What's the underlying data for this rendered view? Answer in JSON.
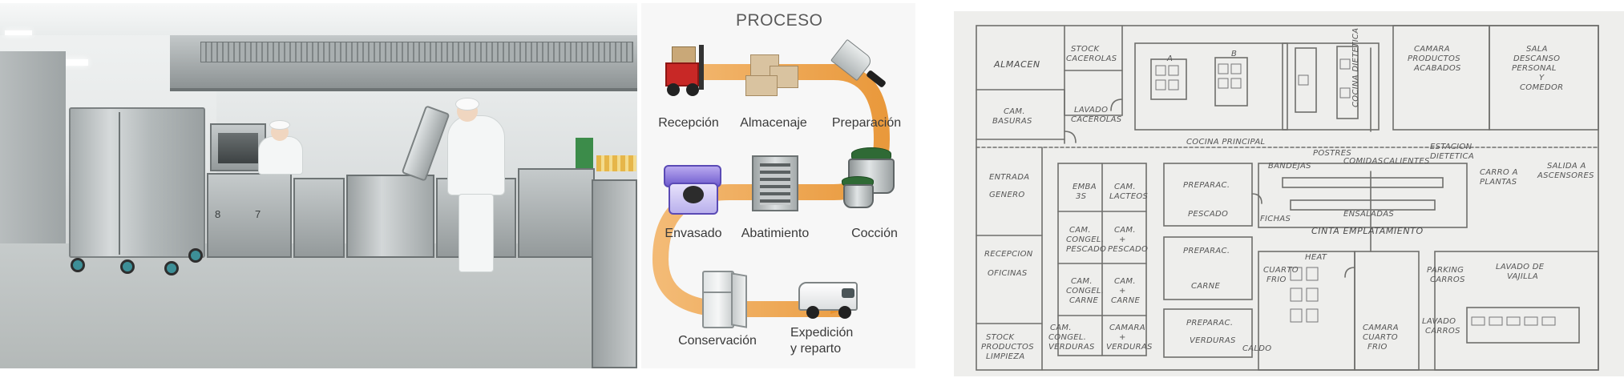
{
  "photo": {
    "caption": "",
    "oven_numbers": [
      "8",
      "7"
    ]
  },
  "process": {
    "title": "PROCESO",
    "accent_color": "#e8912c",
    "steps": [
      {
        "label": "Recepción",
        "icon": "forklift-icon"
      },
      {
        "label": "Almacenaje",
        "icon": "boxes-icon"
      },
      {
        "label": "Preparación",
        "icon": "knife-icon"
      },
      {
        "label": "Envasado",
        "icon": "packaging-tray-icon"
      },
      {
        "label": "Abatimiento",
        "icon": "blast-chiller-icon"
      },
      {
        "label": "Cocción",
        "icon": "cooking-pot-icon"
      },
      {
        "label": "Conservación",
        "icon": "refrigerator-icon"
      },
      {
        "label": "Expedición\ny reparto",
        "icon": "delivery-van-icon"
      }
    ]
  },
  "plan": {
    "rooms": {
      "almacen": "ALMACEN",
      "stock_cacerolas": [
        "STOCK",
        "CACEROLAS"
      ],
      "cam_basuras": [
        "CAM.",
        "BASURAS"
      ],
      "lavado_cacerolas": [
        "LAVADO",
        "CACEROLAS"
      ],
      "cocina_principal": "COCINA  PRINCIPAL",
      "cocina_dietetica": "COCINA DIETETICA",
      "mark_a": "A",
      "mark_b": "B",
      "camara_productos": [
        "CAMARA",
        "PRODUCTOS",
        "ACABADOS"
      ],
      "sala_descanso": [
        "SALA",
        "DESCANSO",
        "PERSONAL",
        "Y",
        "COMEDOR"
      ],
      "entrada_genero": [
        "ENTRADA",
        "GENERO"
      ],
      "emb": [
        "EMBA",
        "3S"
      ],
      "cam_lacteos": [
        "CAM.",
        "LACTEOS"
      ],
      "preparac_pescado": [
        "PREPARAC.",
        "PESCADO"
      ],
      "cam_congel_pescado": [
        "CAM.",
        "CONGEL.",
        "PESCADO"
      ],
      "cam_pescado": [
        "CAM.",
        "+",
        "PESCADO"
      ],
      "preparac_carne": [
        "PREPARAC.",
        "CARNE"
      ],
      "recepcion_oficinas": [
        "RECEPCION",
        "OFICINAS"
      ],
      "cam_congel_carne": [
        "CAM.",
        "CONGEL.",
        "CARNE"
      ],
      "cam_carne": [
        "CAM.",
        "+",
        "CARNE"
      ],
      "stock_productos": [
        "STOCK",
        "PRODUCTOS",
        "LIMPIEZA"
      ],
      "cam_congel_verduras": [
        "CAM.",
        "CONGEL.",
        "VERDURAS"
      ],
      "camara_verduras": [
        "CAMARA",
        "+",
        "VERDURAS"
      ],
      "preparac_verduras": [
        "PREPARAC.",
        "VERDURAS"
      ],
      "postres": "POSTRES",
      "bandejas": "BANDEJAS",
      "comidas": "COMIDAS",
      "calientes": "CALIENTES",
      "estacion_dietetica": [
        "ESTACION",
        "DIETETICA"
      ],
      "carro_platos": [
        "CARRO A",
        "PLANTAS"
      ],
      "salida_ascensores": [
        "SALIDA A",
        "ASCENSORES"
      ],
      "fichas": "FICHAS",
      "ensaladas": "ENSALADAS",
      "cinta_emplatamiento": "CINTA  EMPLATAMIENTO",
      "cuarto_frio": [
        "CUARTO",
        "FRIO"
      ],
      "parking_carros": [
        "PARKING",
        "CARROS"
      ],
      "lavado_vajilla": [
        "LAVADO DE",
        "VAJILLA"
      ],
      "camara_cuarto_frio": [
        "CAMARA",
        "CUARTO",
        "FRIO"
      ],
      "lavado_carros": [
        "LAVADO",
        "CARROS"
      ],
      "heat": "HEAT",
      "caldo": "CALDO"
    }
  }
}
